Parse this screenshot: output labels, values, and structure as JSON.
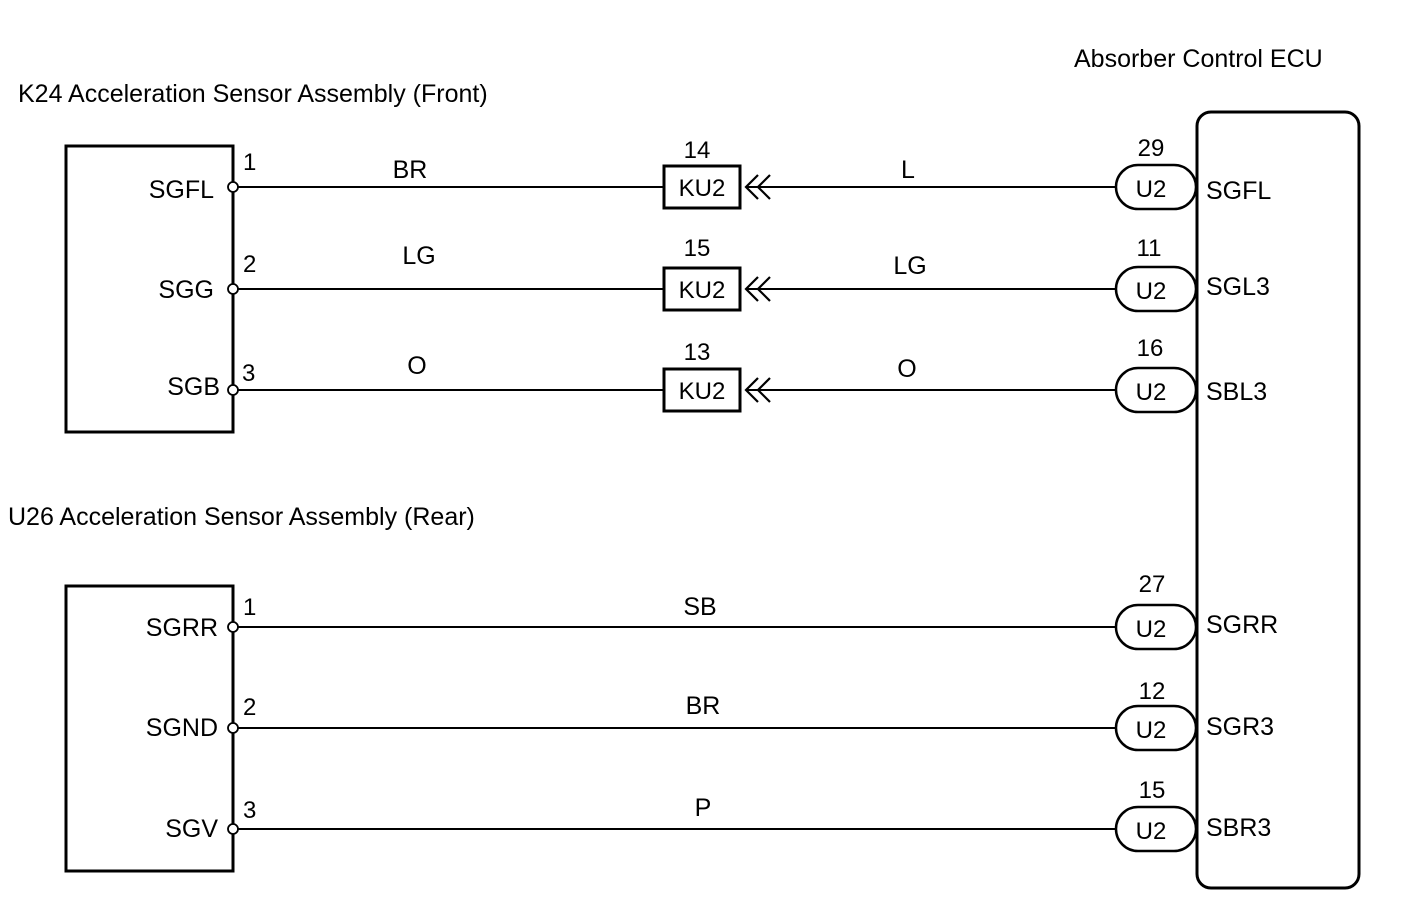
{
  "ecu": {
    "title": "Absorber Control ECU"
  },
  "front": {
    "title": "K24 Acceleration Sensor Assembly (Front)",
    "circuits": [
      {
        "terminal": "SGFL",
        "pin": "1",
        "wire_left": "BR",
        "junction_label": "KU2",
        "junction_pin": "14",
        "wire_right": "L",
        "ecu_connector": "U2",
        "ecu_pin": "29",
        "ecu_terminal": "SGFL"
      },
      {
        "terminal": "SGG",
        "pin": "2",
        "wire_left": "LG",
        "junction_label": "KU2",
        "junction_pin": "15",
        "wire_right": "LG",
        "ecu_connector": "U2",
        "ecu_pin": "11",
        "ecu_terminal": "SGL3"
      },
      {
        "terminal": "SGB",
        "pin": "3",
        "wire_left": "O",
        "junction_label": "KU2",
        "junction_pin": "13",
        "wire_right": "O",
        "ecu_connector": "U2",
        "ecu_pin": "16",
        "ecu_terminal": "SBL3"
      }
    ]
  },
  "rear": {
    "title": "U26 Acceleration Sensor Assembly (Rear)",
    "circuits": [
      {
        "terminal": "SGRR",
        "pin": "1",
        "wire": "SB",
        "ecu_connector": "U2",
        "ecu_pin": "27",
        "ecu_terminal": "SGRR"
      },
      {
        "terminal": "SGND",
        "pin": "2",
        "wire": "BR",
        "ecu_connector": "U2",
        "ecu_pin": "12",
        "ecu_terminal": "SGR3"
      },
      {
        "terminal": "SGV",
        "pin": "3",
        "wire": "P",
        "ecu_connector": "U2",
        "ecu_pin": "15",
        "ecu_terminal": "SBR3"
      }
    ]
  }
}
